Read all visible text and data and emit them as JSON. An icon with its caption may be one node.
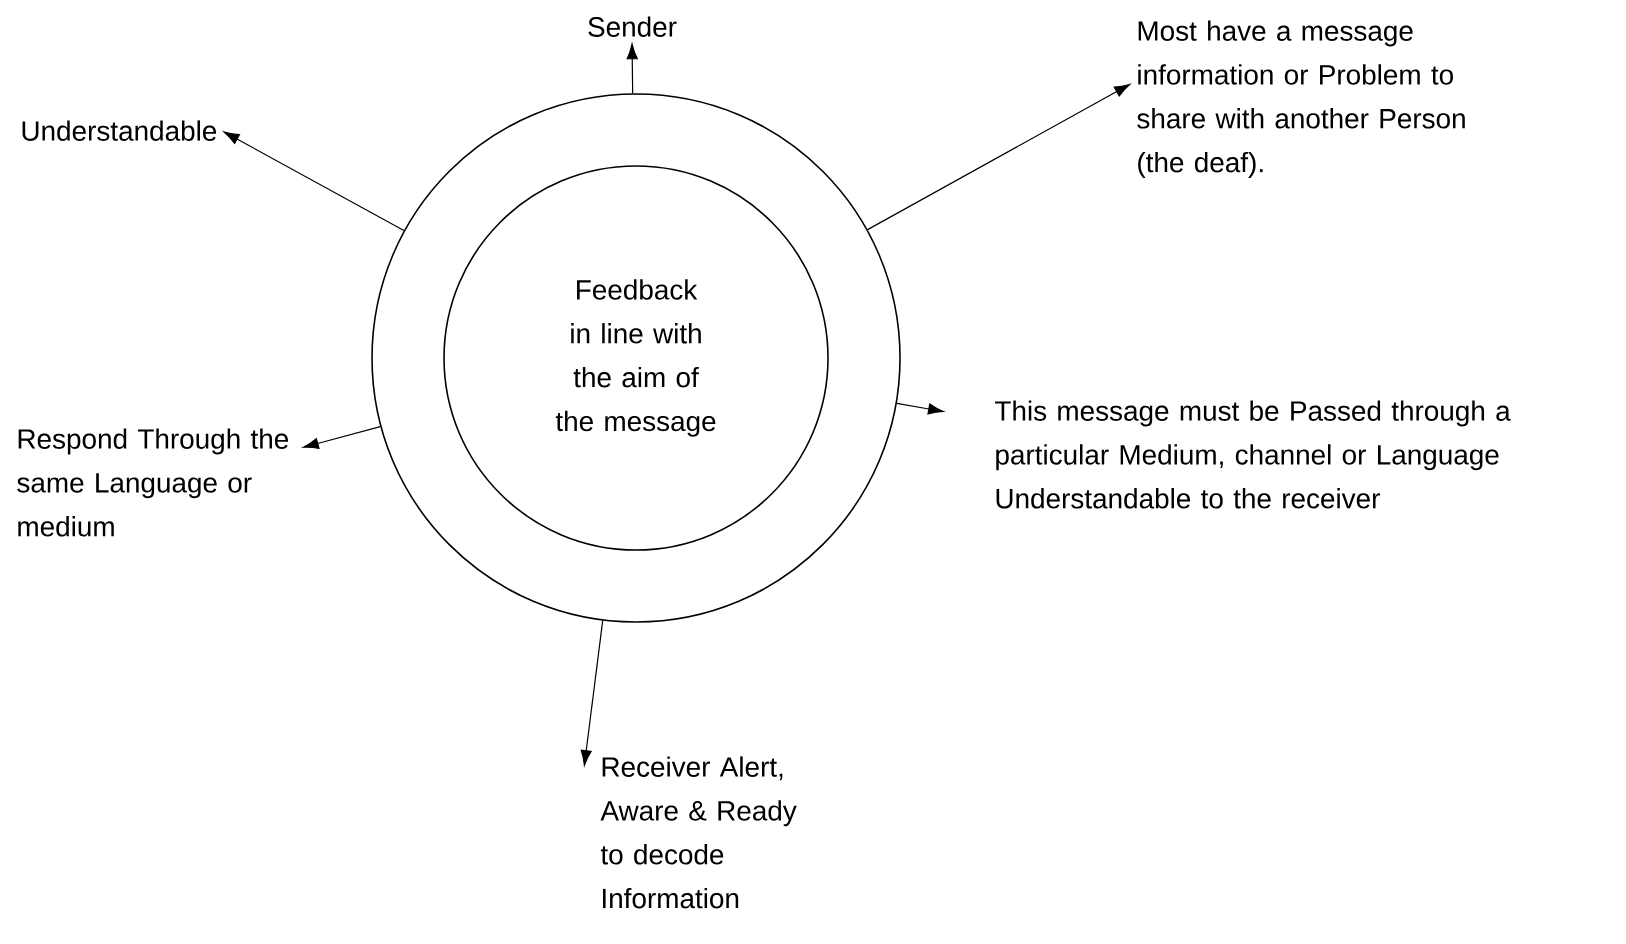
{
  "diagram": {
    "nodes": [
      {
        "text": [],
        "shape": "circle"
      },
      {
        "text": [
          "Feedback in line with the aim of the message"
        ],
        "in": 0
      },
      {
        "text": [
          "Sender"
        ]
      },
      {
        "text": [
          "Most have a message information or Problem to share with another Person (the deaf)."
        ]
      },
      {
        "text": [
          "This message must be Passed through a particular Medium, channel or Language Understandable to the receiver"
        ]
      },
      {
        "text": [
          "Receiver Alert, Aware & Ready to decode Information"
        ]
      },
      {
        "text": [
          "Respond Through the same Language or medium"
        ]
      },
      {
        "text": [
          "Understandable"
        ]
      }
    ],
    "edges": [
      {
        "from": 0,
        "to": 2,
        "arrow": "to"
      },
      {
        "from": 0,
        "to": 3,
        "arrow": "to"
      },
      {
        "from": 0,
        "to": 4,
        "arrow": "to"
      },
      {
        "from": 0,
        "to": 5,
        "arrow": "to"
      },
      {
        "from": 0,
        "to": 6,
        "arrow": "to"
      },
      {
        "from": 0,
        "to": 7,
        "arrow": "to"
      }
    ]
  }
}
